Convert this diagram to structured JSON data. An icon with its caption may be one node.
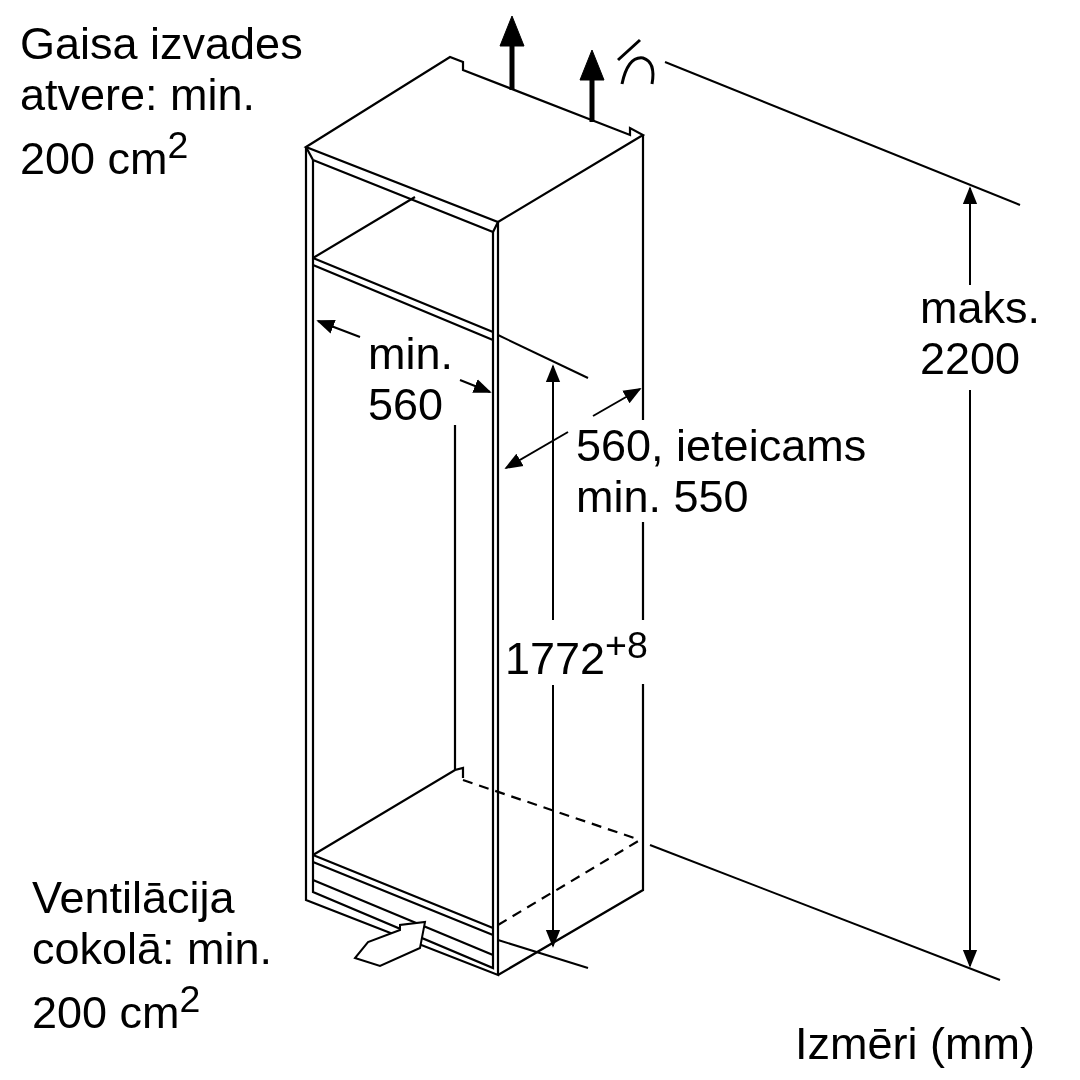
{
  "diagram": {
    "labels": [
      "Gaisa izvades atvere: min. 200 cm$^{2}$",
      "maks. 2200",
      "min. 560",
      "560, ieteicams min. 550",
      "1772$^{+8}$",
      "Ventilācija cokolā: min. 200 cm$^{2}$",
      "Izmēri (mm)"
    ]
  }
}
